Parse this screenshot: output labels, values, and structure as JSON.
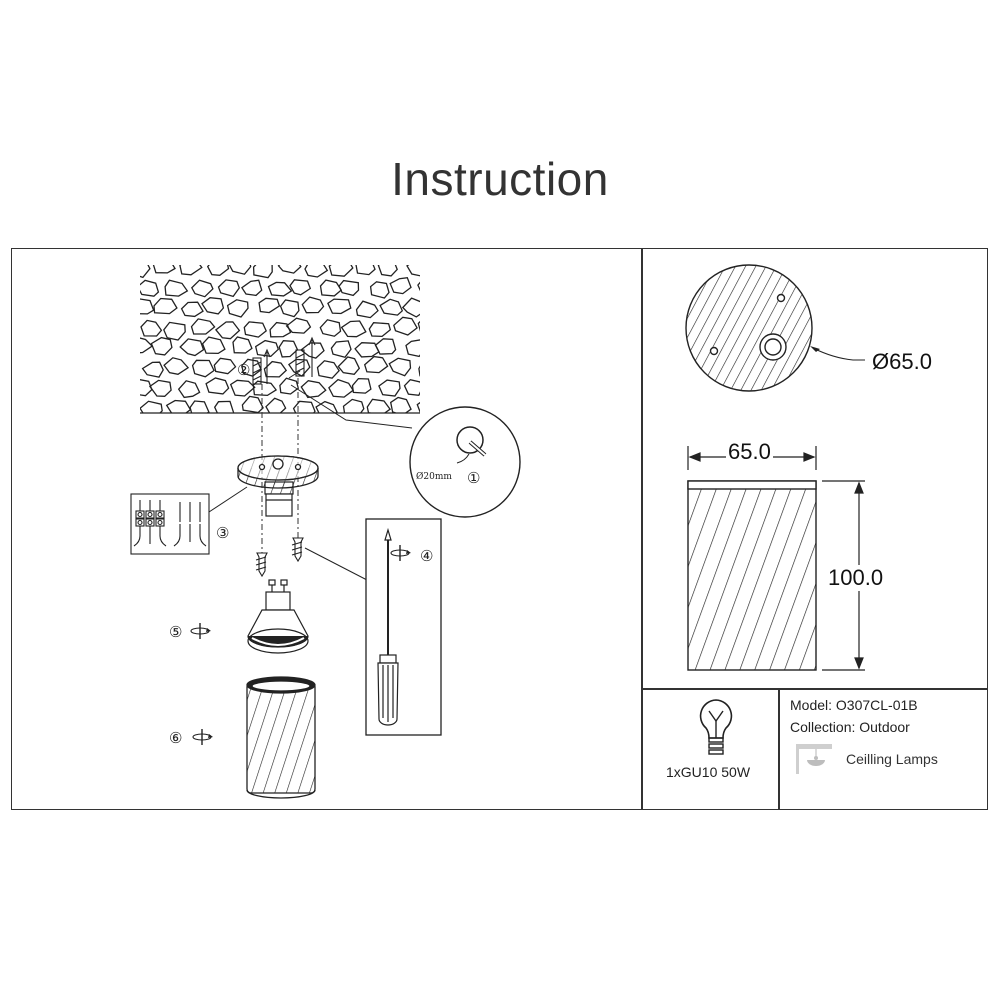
{
  "title": "Instruction",
  "steps": {
    "s1": "①",
    "s2": "②",
    "s3": "③",
    "s4": "④",
    "s5": "⑤",
    "s6": "⑥"
  },
  "hole_label": "Ø20mm",
  "dimensions": {
    "diameter": "Ø65.0",
    "width": "65.0",
    "height": "100.0"
  },
  "bulb_spec": "1xGU10 50W",
  "info": {
    "model": "Model: O307CL-01B",
    "collection": "Collection: Outdoor",
    "category": "Ceilling Lamps"
  },
  "icons": {
    "bulb": "light-bulb-icon",
    "ceiling": "ceiling-lamp-icon",
    "screwdriver": "screwdriver-icon"
  }
}
